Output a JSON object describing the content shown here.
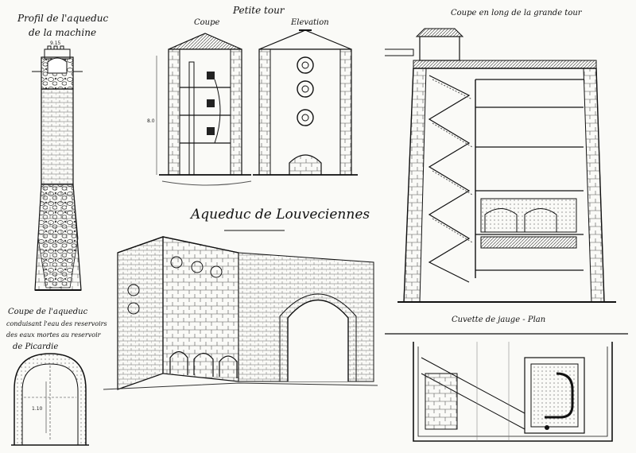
{
  "sheet": {
    "main_title": "Aqueduc de Louveciennes",
    "profil_title_line1": "Profil de l'aqueduc",
    "profil_title_line2": "de la machine",
    "petite_tour_title": "Petite tour",
    "coupe_label": "Coupe",
    "elevation_label": "Elevation",
    "grande_tour_title": "Coupe en long de la grande tour",
    "cuvette_title": "Cuvette de jauge - Plan",
    "coupe_aqueduc_line1": "Coupe de l'aqueduc",
    "coupe_aqueduc_line2": "conduisant l'eau des reservoirs",
    "coupe_aqueduc_line3": "des eaux mortes au reservoir",
    "coupe_aqueduc_line4": "de Picardie",
    "dim_top": "9.15",
    "dim_petite": "8.0",
    "dim_section": "1.10"
  }
}
